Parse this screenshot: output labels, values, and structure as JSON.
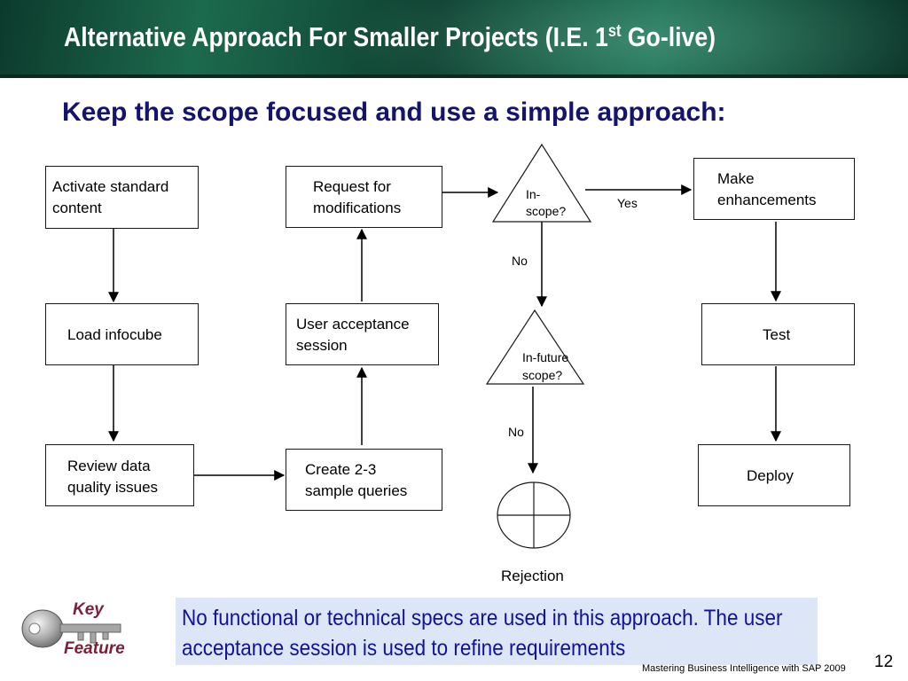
{
  "slide": {
    "title_main": "Alternative Approach For Smaller Projects (I.E. 1",
    "title_sup": "st",
    "title_end": " Go-live)",
    "subtitle": "Keep the scope focused and use a simple approach:"
  },
  "flow": {
    "activate": [
      "Activate standard",
      "content"
    ],
    "load": "Load infocube",
    "review": [
      "Review data",
      "quality issues"
    ],
    "request": [
      "Request for",
      "modifications"
    ],
    "uat": [
      "User acceptance",
      "session"
    ],
    "create": [
      "Create 2-3",
      "sample queries"
    ],
    "inscope": [
      "In-",
      "scope?"
    ],
    "infuture": [
      "In-future",
      "scope?"
    ],
    "yes": "Yes",
    "no1": "No",
    "no2": "No",
    "rejection": "Rejection",
    "enhance": [
      "Make",
      "enhancements"
    ],
    "test": "Test",
    "deploy": "Deploy"
  },
  "key_feature": {
    "word1": "Key",
    "word2": "Feature",
    "note": [
      "No functional or technical specs are used in this approach. The user",
      "acceptance session is used to refine requirements"
    ]
  },
  "footer": {
    "text": "Mastering Business Intelligence with SAP 2009",
    "page": "12"
  },
  "colors": {
    "title_text": "#ffffff",
    "subtitle_text": "#14146e",
    "note_bg": "#dce6f6",
    "note_text": "#111199",
    "key_text": "#7a1f3a"
  }
}
